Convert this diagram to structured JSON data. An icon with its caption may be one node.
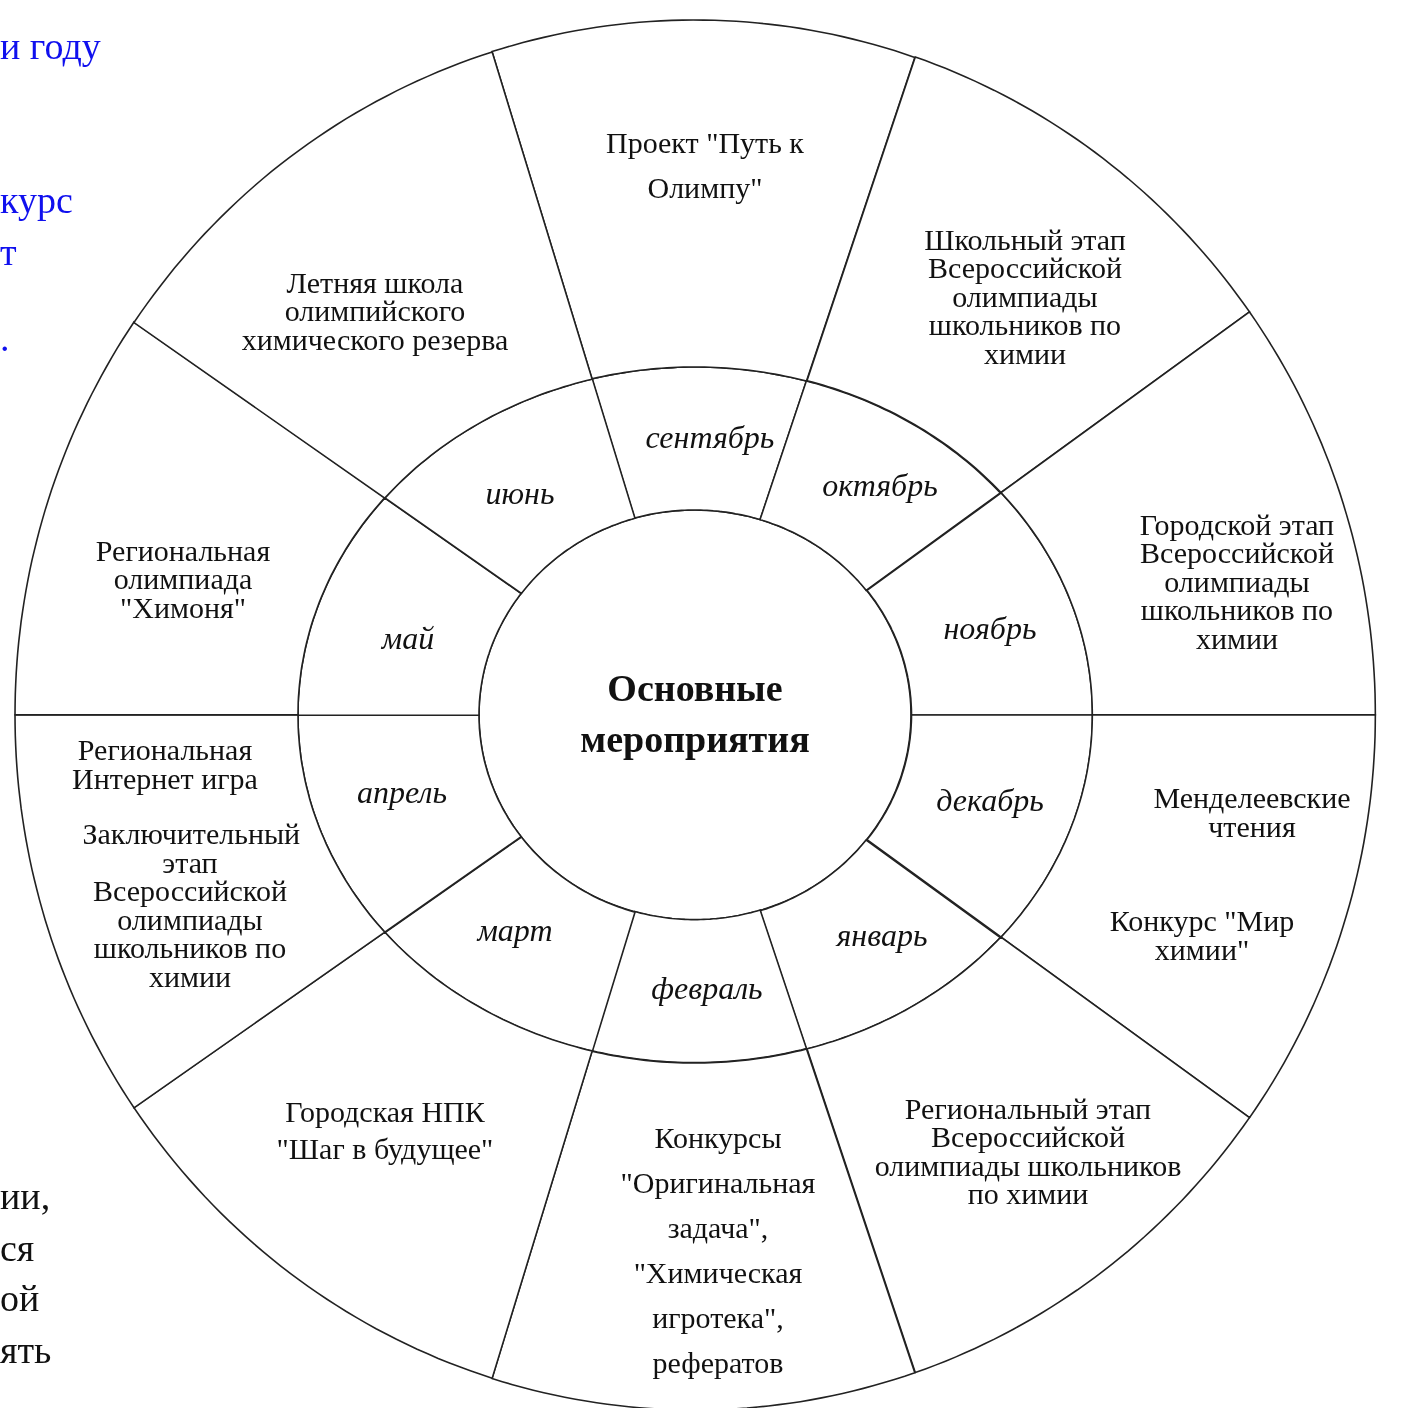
{
  "diagram": {
    "nodes": [
      {
        "text": [
          "Основные мероприятия"
        ]
      },
      {
        "text": [
          "сентябрь"
        ]
      },
      {
        "text": [
          "октябрь"
        ]
      },
      {
        "text": [
          "ноябрь"
        ]
      },
      {
        "text": [
          "декабрь"
        ]
      },
      {
        "text": [
          "январь"
        ]
      },
      {
        "text": [
          "февраль"
        ]
      },
      {
        "text": [
          "март"
        ]
      },
      {
        "text": [
          "апрель"
        ]
      },
      {
        "text": [
          "май"
        ]
      },
      {
        "text": [
          "июнь"
        ]
      },
      {
        "text": [
          "Проект \"Путь к Олимпу\""
        ]
      },
      {
        "text": [
          "Школьный этап Всероссийской олимпиады школьников по химии"
        ]
      },
      {
        "text": [
          "Городской этап Всероссийской олимпиады школьников по химии"
        ]
      },
      {
        "text": [
          "Менделеевские чтения",
          "Конкурс \"Мир химии\""
        ]
      },
      {
        "text": [
          "Региональный этап Всероссийской олимпиады школьников по химии"
        ]
      },
      {
        "text": [
          "Конкурсы \"Оригинальная задача\", \"Химическая игротека\", рефератов"
        ]
      },
      {
        "text": [
          "Городская НПК \"Шаг в будущее\""
        ]
      },
      {
        "text": [
          "Региональная Интернет игра",
          "Заключительный этап Всероссийской олимпиады школьников по химии"
        ]
      },
      {
        "text": [
          "Региональная олимпиада \"Химоня\""
        ]
      },
      {
        "text": [
          "Летняя школа олимпийского химического резерва"
        ]
      }
    ],
    "labels": [
      "и году",
      "курс",
      "т",
      ".",
      "ии,",
      "ся",
      "ой",
      "ять"
    ]
  }
}
